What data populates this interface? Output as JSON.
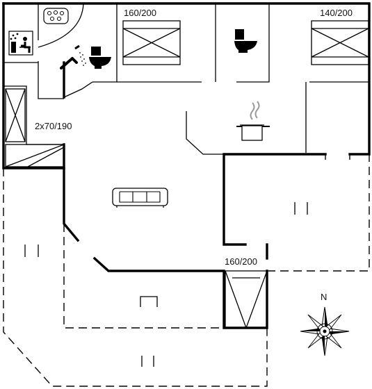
{
  "plan": {
    "bed_labels": {
      "bedroom_1": "160/200",
      "bedroom_2": "140/200",
      "bunk_beds": "2x70/190",
      "annex_bed": "160/200"
    },
    "compass_north": "N",
    "icons": {
      "spa": "whirlpool-icon",
      "sauna": "sauna-icon",
      "shower": "shower-icon",
      "toilet": "toilet-icon",
      "kitchen": "cooking-pot-icon",
      "sofa": "sofa-icon",
      "compass": "compass-rose-icon"
    }
  }
}
